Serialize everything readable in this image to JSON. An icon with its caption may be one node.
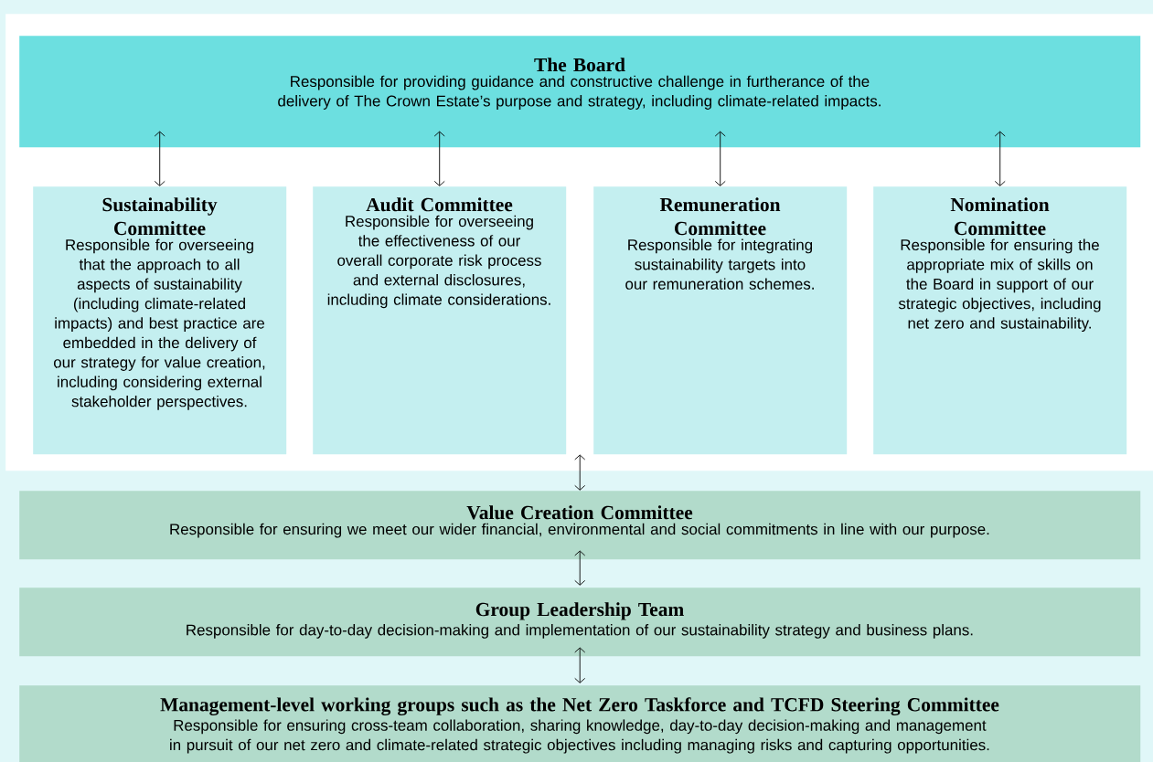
{
  "diagram": {
    "nodes": [
      {
        "text": [],
        "shape": "box"
      },
      {
        "text": [
          "The Board",
          "Responsible for providing guidance and constructive challenge in furtherance of the delivery of The Crown Estate’s purpose and strategy, including climate-related impacts."
        ],
        "in": 0
      },
      {
        "text": [
          "Sustainability Committee",
          "Responsible for overseeing that the approach to all aspects of sustainability (including climate-related impacts) and best practice are embedded in the delivery of our strategy for value creation, including considering external stakeholder perspectives."
        ],
        "in": 0
      },
      {
        "text": [
          "Audit Committee",
          "Responsible for overseeing the effectiveness of our overall corporate risk process and external disclosures, including climate considerations."
        ],
        "in": 0
      },
      {
        "text": [
          "Remuneration Committee",
          "Responsible for integrating sustainability targets into our remuneration schemes."
        ],
        "in": 0
      },
      {
        "text": [
          "Nomination Committee",
          "Responsible for ensuring the appropriate mix of skills on the Board in support of our strategic objectives, including net zero and sustainability."
        ],
        "in": 0
      },
      {
        "text": [
          "Value Creation Committee",
          "Responsible for ensuring we meet our wider financial, environmental and social commitments in line with our purpose."
        ]
      },
      {
        "text": [
          "Group Leadership Team",
          "Responsible for day-to-day decision-making and implementation of our sustainability strategy and business plans."
        ]
      },
      {
        "text": [
          "Management-level working groups such as the Net Zero Taskforce and TCFD Steering Committee",
          "Responsible for ensuring cross-team collaboration, sharing knowledge, day-to-day decision-making and management in pursuit of our net zero and climate-related strategic objectives including managing risks and capturing opportunities."
        ]
      }
    ],
    "edges": [
      {
        "from": 1,
        "to": 2,
        "arrow": "both"
      },
      {
        "from": 1,
        "to": 3,
        "arrow": "both"
      },
      {
        "from": 1,
        "to": 4,
        "arrow": "both"
      },
      {
        "from": 1,
        "to": 5,
        "arrow": "both"
      },
      {
        "from": 0,
        "to": 6,
        "arrow": "both"
      },
      {
        "from": 6,
        "to": 7,
        "arrow": "both"
      },
      {
        "from": 7,
        "to": 8,
        "arrow": "both"
      }
    ]
  }
}
